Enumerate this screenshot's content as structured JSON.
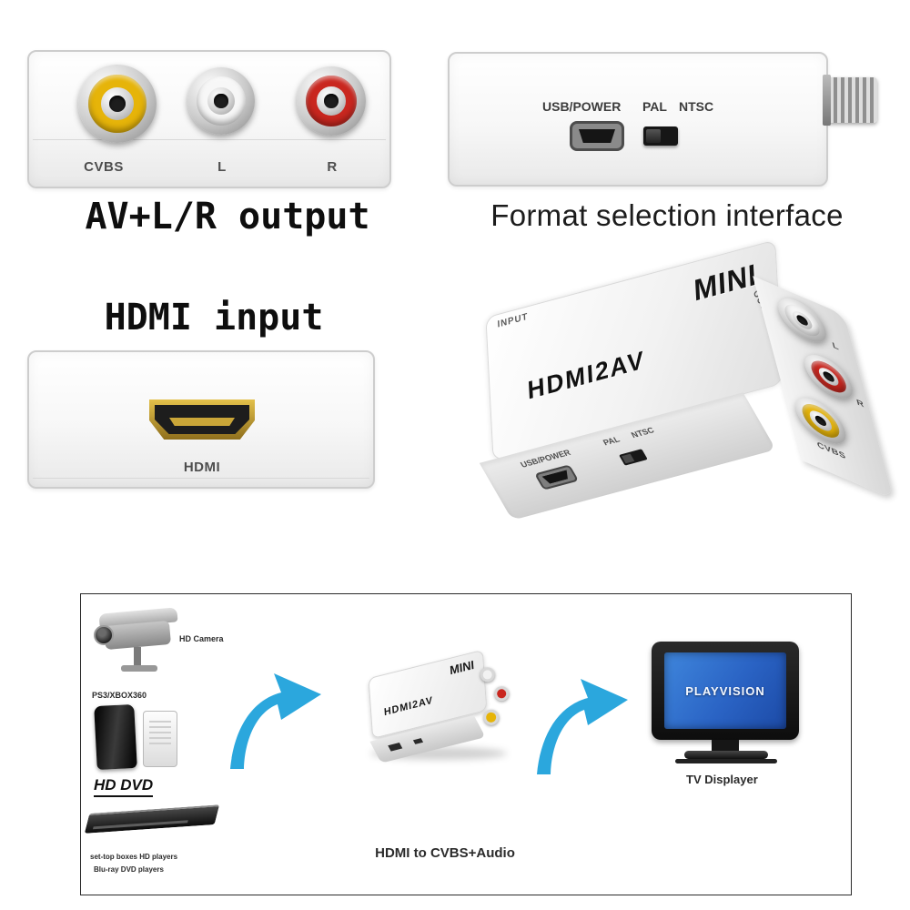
{
  "colors": {
    "jack_yellow": "#e6b409",
    "jack_white": "#f7f7f7",
    "jack_red": "#c9271f",
    "arrow_blue": "#2ba7dd",
    "tv_screen_blue": "#2a63c4"
  },
  "av_section": {
    "caption": "AV+L/R output",
    "jacks": [
      {
        "id": "cvbs",
        "label": "CVBS"
      },
      {
        "id": "left",
        "label": "L"
      },
      {
        "id": "right",
        "label": "R"
      }
    ]
  },
  "format_section": {
    "usb_label": "USB/POWER",
    "pal_label": "PAL",
    "ntsc_label": "NTSC",
    "caption": "Format selection interface"
  },
  "hdmi_section": {
    "title": "HDMI input",
    "port_label": "HDMI"
  },
  "product": {
    "brand": "MINI",
    "model": "HDMI2AV",
    "input_label": "INPUT",
    "output_label": "OUTPUT",
    "usb_label": "USB/POWER",
    "pal_label": "PAL",
    "ntsc_label": "NTSC",
    "jack_l": "L",
    "jack_r": "R",
    "jack_cvbs": "CVBS"
  },
  "diagram": {
    "camera_label": "HD Camera",
    "console_label": "PS3/XBOX360",
    "dvd_logo": "HD DVD",
    "note_line1": "set-top boxes  HD players",
    "note_line2": "Blu-ray DVD players",
    "tv_screen_text": "PLAYVISION",
    "tv_label": "TV Displayer",
    "caption": "HDMI to CVBS+Audio"
  }
}
